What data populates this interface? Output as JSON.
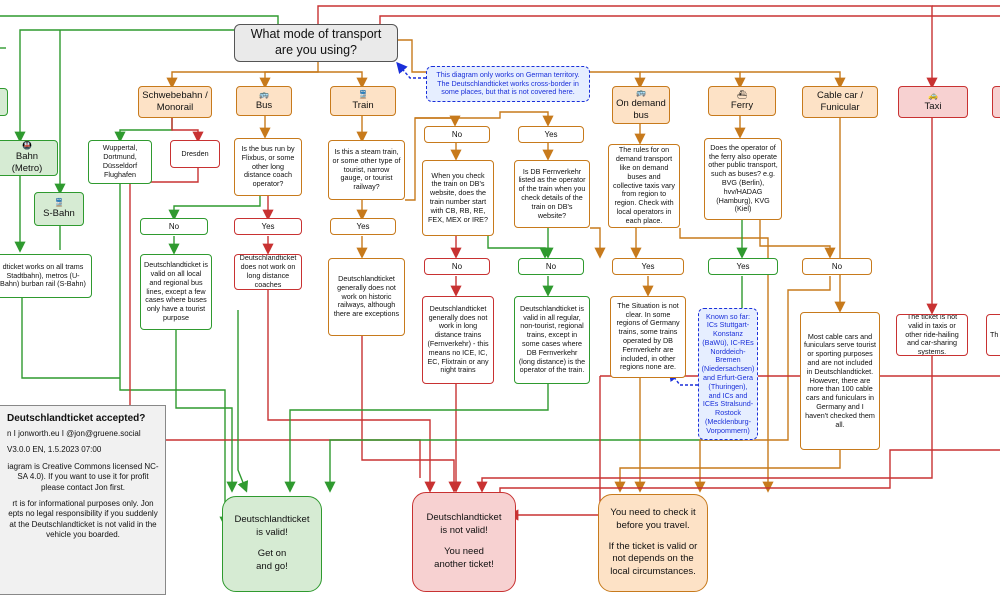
{
  "start": {
    "line1": "What mode of transport",
    "line2": "are you using?"
  },
  "note_territory": "This diagram only works on German territory. The Deutschlandticket works cross-border in some places, but that is not covered here.",
  "modes": {
    "metro": "Bahn (Metro)",
    "sbahn": "S-Bahn",
    "schwebebahn": "Schwebebahn / Monorail",
    "bus": "Bus",
    "train": "Train",
    "ondemand": "On demand bus",
    "ferry": "Ferry",
    "cablecar": "Cable car / Funicular",
    "taxi": "Taxi"
  },
  "icons": {
    "metro": "metro-icon",
    "sbahn": "train-icon",
    "bus": "bus-icon",
    "train": "train-icon",
    "ondemand": "bus-icon",
    "ferry": "ship-icon",
    "taxi": "taxi-icon"
  },
  "texts": {
    "metro_valid": "dticket works on all trams Stadtbahn), metros (U-Bahn) burban rail (S-Bahn)",
    "wuppertal": "Wuppertal, Dortmund, Düsseldorf Flughafen",
    "dresden": "Dresden",
    "bus_q": "Is the bus run by Flixbus, or some other long distance coach operator?",
    "bus_valid": "Deutschlandticket is valid on all local and regional bus lines, except a few cases where buses only have a tourist purpose",
    "bus_invalid": "Deutschlandticket does not work on long distance coaches",
    "train_q": "Is this a steam train, or some other type of tourist, narrow gauge, or tourist railway?",
    "train_historic": "Deutschlandticket generally does not work on historic railways, although there are exceptions",
    "train_number_q": "When you check the train on DB's website, does the train number start with CB, RB, RE, FEX, MEX or IRE?",
    "fernverkehr_q": "Is DB Fernverkehr listed as the operator of the train when you check details of the train on DB's website?",
    "longdist_invalid": "Deutschlandticket generally does not work in long distance trains (Fernverkehr) - this means no ICE, IC, EC, Flixtrain or any night trains",
    "regional_valid": "Deutschlandticket is valid in all regular, non-tourist, regional trains, except in some cases where DB Fernverkehr (long distance) is the operator of the train.",
    "ondemand_rules": "The rules for on demand transport like on demand buses and collective taxis vary from region to region. Check with local operators in each place.",
    "situation": "The Situation is not clear. In some regions of Germany trains, some trains operated by DB Fernverkehr are included, in other regions none are.",
    "known": "Known so far: ICs Stuttgart-Konstanz (BaWü), IC-REs Norddeich-Bremen (Niedersachsen) and Erfurt-Gera (Thuringen), and ICs and ICEs Stralsund-Rostock (Mecklenburg-Vorpommern)",
    "ferry_q": "Does the operator of the ferry also operate other public transport, such as buses? e.g. BVG (Berlin), hvv/HADAG (Hamburg), KVG (Kiel)",
    "cable_text": "Most cable cars and funiculars serve tourist or sporting purposes and are not included in Deutschlandticket. However, there are more than 100 cable cars and funiculars in Germany and I haven't checked them all.",
    "taxi_text": "The ticket is not valid in taxis or other ride-hailing and car-sharing systems.",
    "edge_text": "Th i"
  },
  "answers": {
    "no": "No",
    "yes": "Yes"
  },
  "results": {
    "valid": {
      "l1": "Deutschlandticket",
      "l2": "is valid!",
      "l3": "Get on",
      "l4": "and go!"
    },
    "invalid": {
      "l1": "Deutschlandticket",
      "l2": "is not valid!",
      "l3": "You need",
      "l4": "another ticket!"
    },
    "check": {
      "l1": "You need to check it",
      "l2": "before you travel.",
      "l3": "If the ticket is valid or",
      "l4": "not depends on the",
      "l5": "local circumstances."
    }
  },
  "info": {
    "title": "Deutschlandticket accepted?",
    "author": "n I jonworth.eu I @jon@gruene.social",
    "version": "V3.0.0 EN, 1.5.2023 07:00",
    "license": "iagram is Creative Commons licensed NC-SA 4.0). If you want to use it for profit please contact Jon first.",
    "disclaimer": "rt is for informational purposes only. Jon epts no legal responsibility if you suddenly at the Deutschlandticket is not valid in the vehicle you boarded."
  },
  "colors": {
    "orange": "#c77a1c",
    "green": "#2f9a2f",
    "red": "#c83232",
    "blue": "#1a2fd9"
  }
}
